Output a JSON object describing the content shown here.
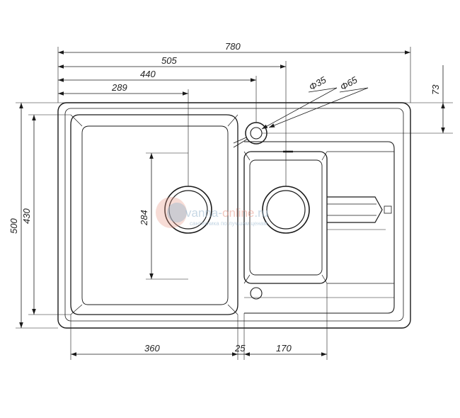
{
  "dimensions": {
    "overall_width": "780",
    "to_small_drain": "505",
    "to_mixer_hole": "440",
    "to_big_drain": "289",
    "mixer_hole_dia": "Φ35",
    "drain_dia": "Φ65",
    "mixer_offset": "73",
    "overall_height": "500",
    "bowl_height": "430",
    "drain_spacing": "284",
    "big_bowl_width": "360",
    "gap": "25",
    "small_bowl_width": "170"
  },
  "watermark": {
    "brand_part1": "vanna-",
    "brand_part2": "online",
    "brand_part3": ".ru",
    "tagline": "сантехника по лучшим ценам",
    "colors": {
      "primary": "#9ab8cf",
      "accent": "#e89a8a"
    }
  }
}
